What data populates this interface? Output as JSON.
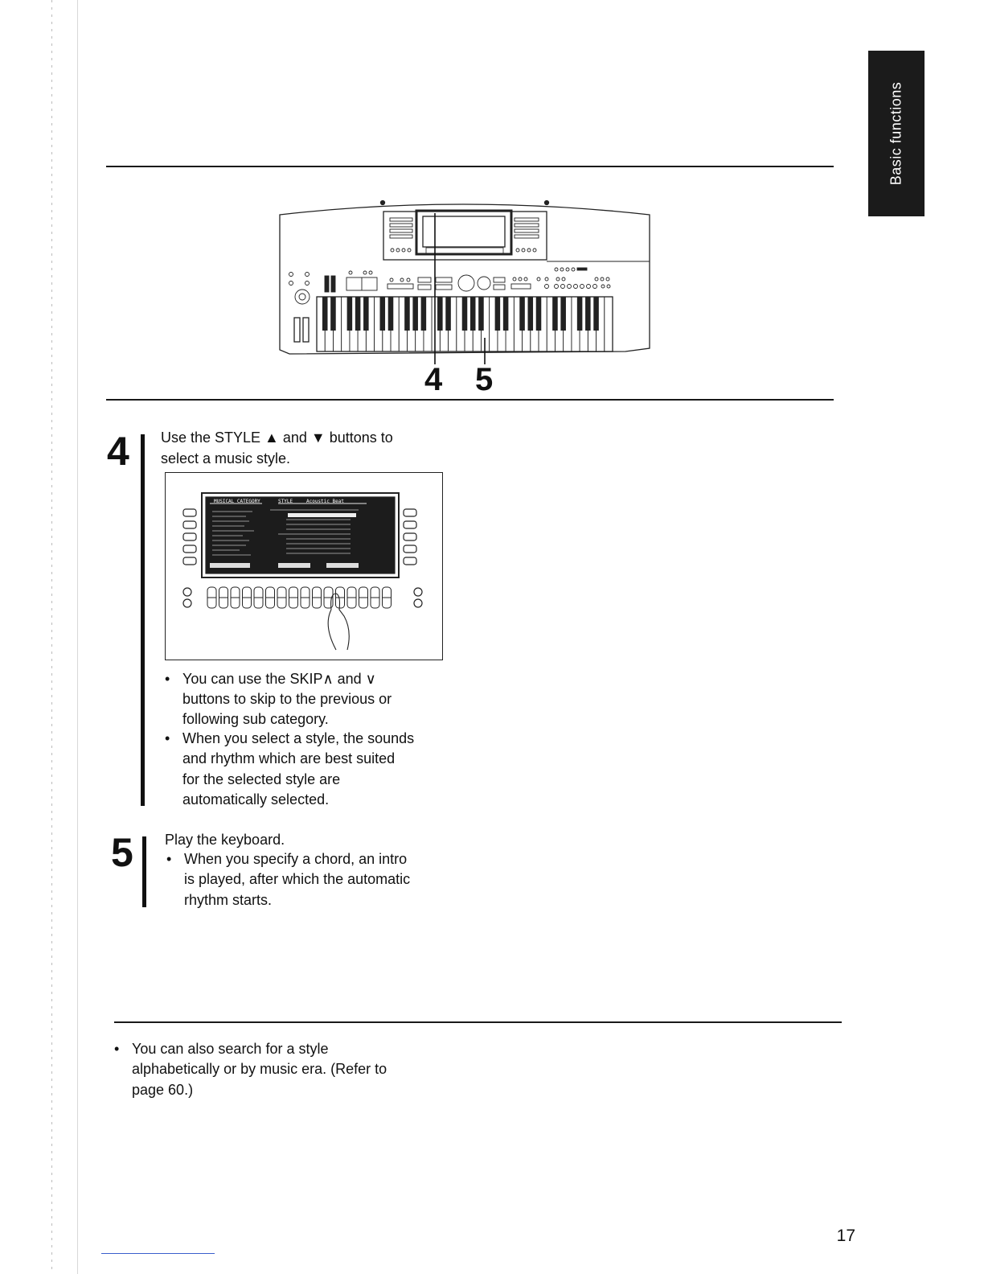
{
  "side_tab": {
    "label": "Basic functions"
  },
  "figure_callouts": {
    "a": "4",
    "b": "5"
  },
  "step4": {
    "number": "4",
    "instruction_line1": "Use the STYLE ▲ and ▼ buttons to",
    "instruction_line2": "select a music style.",
    "display": {
      "header_left": "MUSICAL CATEGORY",
      "header_mid": "STYLE",
      "header_right": "Acoustic Beat"
    },
    "bullet1": [
      "You can use the SKIP∧ and ∨",
      "buttons to skip to the previous or",
      "following sub category."
    ],
    "bullet2": [
      "When you select a style, the sounds",
      "and rhythm which are best suited",
      "for the selected style are",
      "automatically selected."
    ]
  },
  "step5": {
    "number": "5",
    "instruction": "Play the keyboard.",
    "bullet": [
      "When you specify a chord, an intro",
      "is played, after which the automatic",
      "rhythm starts."
    ]
  },
  "note": {
    "bullet": [
      "You can also search for a style",
      "alphabetically or by music era. (Refer to",
      "page 60.)"
    ]
  },
  "page_number": "17"
}
